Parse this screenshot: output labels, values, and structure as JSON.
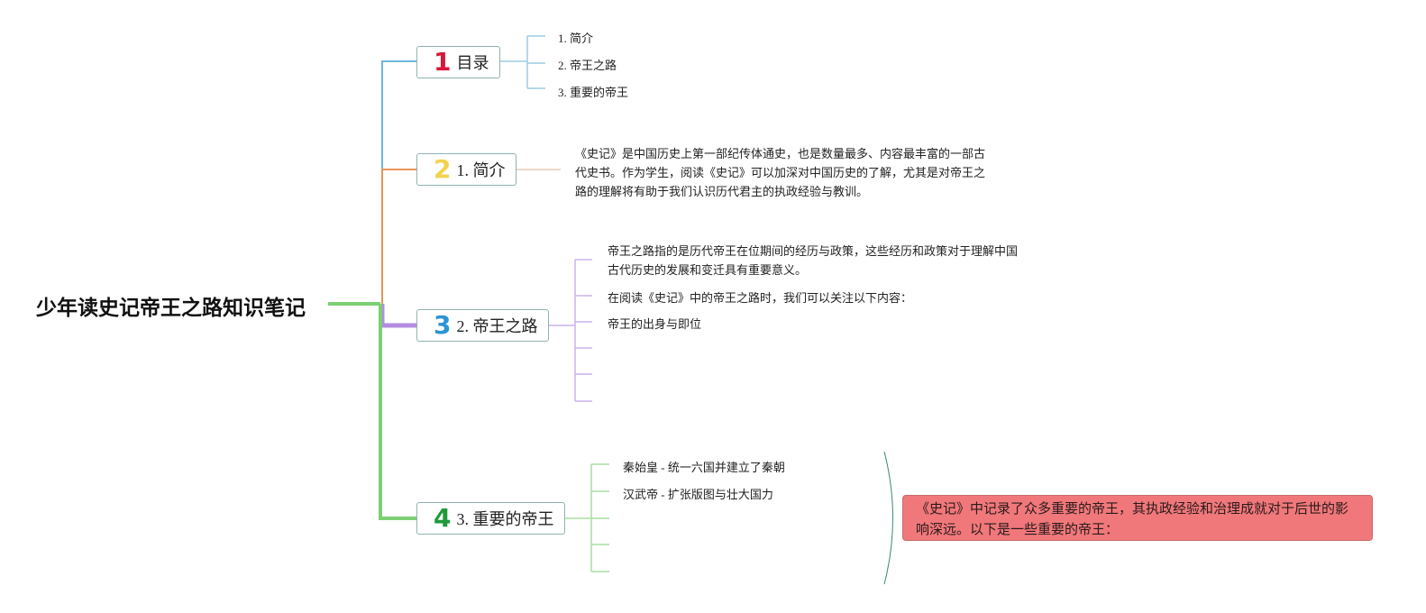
{
  "title": "少年读史记帝王之路知识笔记",
  "topics": [
    {
      "num": "1",
      "label": "目录",
      "color": "#d6193a"
    },
    {
      "num": "2",
      "label": "1. 简介",
      "color": "#f2d34e"
    },
    {
      "num": "3",
      "label": "2. 帝王之路",
      "color": "#2a94d6"
    },
    {
      "num": "4",
      "label": "3. 重要的帝王",
      "color": "#1e9a3a"
    }
  ],
  "toc": [
    "1. 简介",
    "2. 帝王之路",
    "3. 重要的帝王"
  ],
  "intro": {
    "lines": [
      "《史记》是中国历史上第一部纪传体通史，也是数量最多、内容最丰富的一部古",
      "代史书。作为学生，阅读《史记》可以加深对中国历史的了解，尤其是对帝王之",
      "路的理解将有助于我们认识历代君主的执政经验与教训。"
    ]
  },
  "path": {
    "def_lines": [
      "帝王之路指的是历代帝王在位期间的经历与政策，这些经历和政策对于理解中国",
      "古代历史的发展和变迁具有重要意义。"
    ],
    "reading": "在阅读《史记》中的帝王之路时，我们可以关注以下内容：",
    "origin": "帝王的出身与即位"
  },
  "emperors": {
    "items": [
      "秦始皇 - 统一六国并建立了秦朝",
      "汉武帝 - 扩张版图与壮大国力"
    ],
    "callout": "《史记》中记录了众多重要的帝王，其执政经验和治理成就对于后世的影响深远。以下是一些重要的帝王："
  },
  "colors": {
    "root_branch": "#7ccf74",
    "toc_branch": "#6fb6de",
    "intro_branch": "#e8945a",
    "path_branch": "#b48ce0",
    "emperor_branch": "#7ccf74",
    "toc_leaf": "#9ccbe3",
    "intro_leaf": "#e6cdb8",
    "path_leaf": "#cbb3ea",
    "emperor_leaf": "#a9dea4",
    "callout_bg": "#f0787b"
  }
}
